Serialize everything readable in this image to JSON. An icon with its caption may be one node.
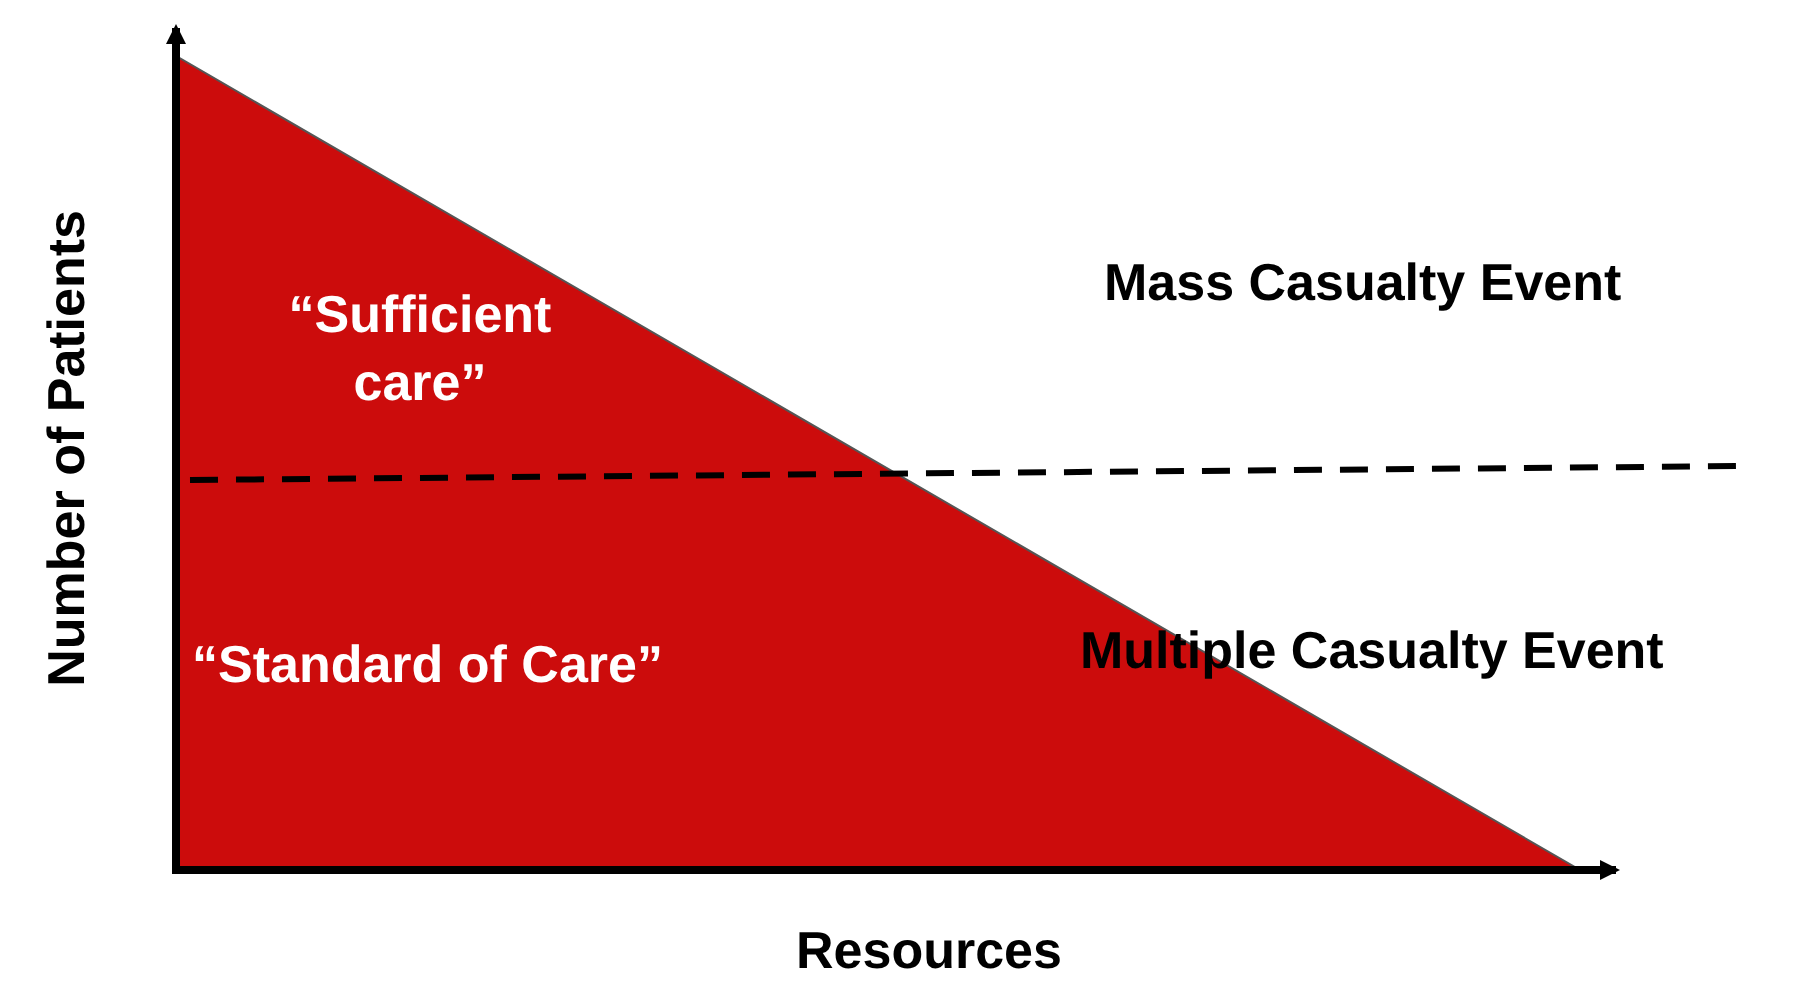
{
  "diagram": {
    "labels": [
      "“Sufficient care”",
      "Mass Casualty Event",
      "“Standard of Care”",
      "Multiple Casualty Event",
      "Number of Patients",
      "Resources"
    ]
  }
}
